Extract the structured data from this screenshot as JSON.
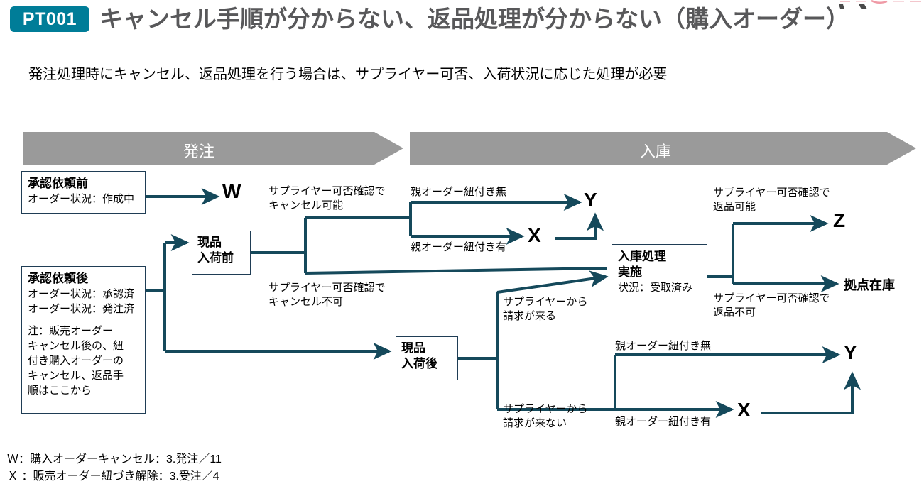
{
  "header": {
    "badge": "PT001",
    "title": "キャンセル手順が分からない、返品処理が分からない（購入オーダー）",
    "subtitle": "発注処理時にキャンセル、返品処理を行う場合は、サプライヤー可否、入荷状況に応じた処理が必要",
    "badge_color": "#007d98",
    "title_color": "#58585a"
  },
  "phases": [
    {
      "label": "発注",
      "color": "#9a9a9a"
    },
    {
      "label": "入庫",
      "color": "#9a9a9a"
    }
  ],
  "nodes": {
    "pre_approval": {
      "title": "承認依頼前",
      "status1": "オーダー状況：作成中"
    },
    "post_approval": {
      "title": "承認依頼後",
      "status1": "オーダー状況：承認済",
      "status2": "オーダー状況：発注済",
      "note1": "注：販売オーダー",
      "note2": "キャンセル後の、紐",
      "note3": "付き購入オーダーの",
      "note4": "キャンセル、返品手",
      "note5": "順はここから"
    },
    "before_receipt": {
      "line1": "現品",
      "line2": "入荷前"
    },
    "after_receipt": {
      "line1": "現品",
      "line2": "入荷後"
    },
    "receiving": {
      "line1": "入庫処理",
      "line2": "実施",
      "status1": "状況：受取済み"
    }
  },
  "edge_labels": {
    "supplier_cancel_ok_1": "サプライヤー可否確認で",
    "supplier_cancel_ok_2": "キャンセル可能",
    "supplier_cancel_ng_1": "サプライヤー可否確認で",
    "supplier_cancel_ng_2": "キャンセル不可",
    "parent_none_top": "親オーダー紐付き無",
    "parent_yes_top": "親オーダー紐付き有",
    "supplier_return_ok_1": "サプライヤー可否確認で",
    "supplier_return_ok_2": "返品可能",
    "supplier_return_ng_1": "サプライヤー可否確認で",
    "supplier_return_ng_2": "返品不可",
    "invoice_yes_1": "サプライヤーから",
    "invoice_yes_2": "請求が来る",
    "invoice_no_1": "サプライヤーから",
    "invoice_no_2": "請求が来ない",
    "parent_none_bottom": "親オーダー紐付き無",
    "parent_yes_bottom": "親オーダー紐付き有"
  },
  "terminals": {
    "w": "W",
    "y_top": "Y",
    "x_top": "X",
    "z": "Z",
    "stock": "拠点在庫",
    "y_bottom": "Y",
    "x_bottom": "X"
  },
  "footer": {
    "line1": "Ｗ：購入オーダーキャンセル：3.発注／11",
    "line2": "Ｘ ：販売オーダー紐づき解除：3.受注／4"
  },
  "colors": {
    "line": "#15495b",
    "box_border": "#1f3d55",
    "banner": "#9a9a9a"
  }
}
